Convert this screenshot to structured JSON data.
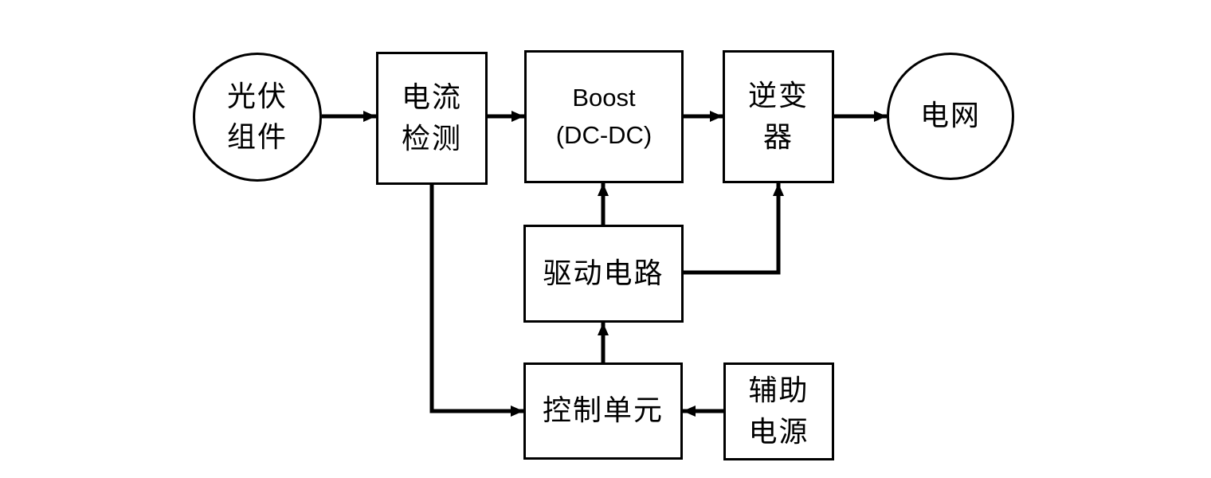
{
  "diagram": {
    "type": "block-diagram",
    "colors": {
      "line": "#000000",
      "text": "#000000",
      "background": "#ffffff"
    },
    "nodes": {
      "pv_module": {
        "label": "光伏\n组件",
        "shape": "circle"
      },
      "current_detection": {
        "label": "电流\n检测",
        "shape": "rect"
      },
      "boost": {
        "label": "Boost\n(DC-DC)",
        "shape": "rect"
      },
      "inverter": {
        "label": "逆变\n器",
        "shape": "rect"
      },
      "grid": {
        "label": "电网",
        "shape": "circle"
      },
      "drive_circuit": {
        "label": "驱动电路",
        "shape": "rect"
      },
      "control_unit": {
        "label": "控制单元",
        "shape": "rect"
      },
      "aux_power": {
        "label": "辅助\n电源",
        "shape": "rect"
      }
    },
    "edges": [
      {
        "from": "pv_module",
        "to": "current_detection"
      },
      {
        "from": "current_detection",
        "to": "boost"
      },
      {
        "from": "boost",
        "to": "inverter"
      },
      {
        "from": "inverter",
        "to": "grid"
      },
      {
        "from": "current_detection",
        "to": "control_unit"
      },
      {
        "from": "control_unit",
        "to": "drive_circuit"
      },
      {
        "from": "drive_circuit",
        "to": "boost"
      },
      {
        "from": "drive_circuit",
        "to": "inverter"
      },
      {
        "from": "aux_power",
        "to": "control_unit"
      }
    ]
  }
}
